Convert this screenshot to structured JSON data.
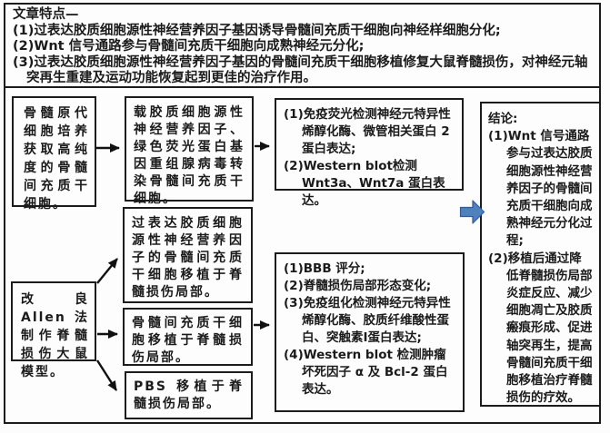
{
  "header": {
    "title": "文章特点—",
    "lines": [
      "(1)过表达胶质细胞源性神经营养因子基因诱导骨髓间充质干细胞向神经样细胞分化;",
      "(2)Wnt 信号通路参与骨髓间充质干细胞向成熟神经元分化;",
      "(3)过表达胶质细胞源性神经营养因子基因的骨髓间充质干细胞移植修复大鼠脊髓损伤，对神经元轴",
      "突再生重建及运动功能恢复起到更佳的治疗作用。"
    ]
  },
  "flow": {
    "bmsc_culture": {
      "text": "骨髓原代细胞培养获取高纯度的骨髓间充质干细胞。"
    },
    "adenovirus_transfection": {
      "text": "载胶质细胞源性神经营养因子、绿色荧光蛋白基因重组腺病毒转染骨髓间充质干细胞。"
    },
    "gdnf_bmsc_transplant": {
      "text": "过表达胶质细胞源性神经营养因子的骨髓间充质干细胞移植于脊髓损伤局部。"
    },
    "bmsc_transplant": {
      "text": "骨髓间充质干细胞移植于脊髓损伤局部。"
    },
    "pbs_control": {
      "text": "PBS 移植于脊髓损伤局部。"
    },
    "allen_sci_model": {
      "text": "改良 Allen 法制作脊髓损伤大鼠模型。"
    },
    "invitro_detection": {
      "items": [
        "(1)免疫荧光检测神经元特异性烯醇化酶、微管相关蛋白 2 蛋白表达;",
        "(2)Western blot检测 Wnt3a、Wnt7a 蛋白表达。"
      ]
    },
    "invivo_detection": {
      "items": [
        "(1)BBB 评分;",
        "(2)脊髓损伤局部形态变化;",
        "(3)免疫组化检测神经元特异性烯醇化酶、胶质纤维酸性蛋白、突触素Ⅰ蛋白表达;",
        "(4)Western blot 检测肿瘤坏死因子 α 及 Bcl-2 蛋白表达。"
      ]
    },
    "conclusion": {
      "title": "结论:",
      "items": [
        "(1)Wnt 信号通路参与过表达胶质细胞源性神经营养因子的骨髓间充质干细胞向成熟神经元分化过程;",
        "(2)移植后通过降低脊髓损伤局部炎症反应、减少细胞凋亡及胶质瘢痕形成、促进轴突再生，提高骨髓间充质干细胞移植治疗脊髓损伤的疗效。"
      ]
    }
  },
  "colors": {
    "ink": "#1b1b1b",
    "block_arrow_fill": "#4f81bd",
    "block_arrow_stroke": "#2f5b9d"
  }
}
